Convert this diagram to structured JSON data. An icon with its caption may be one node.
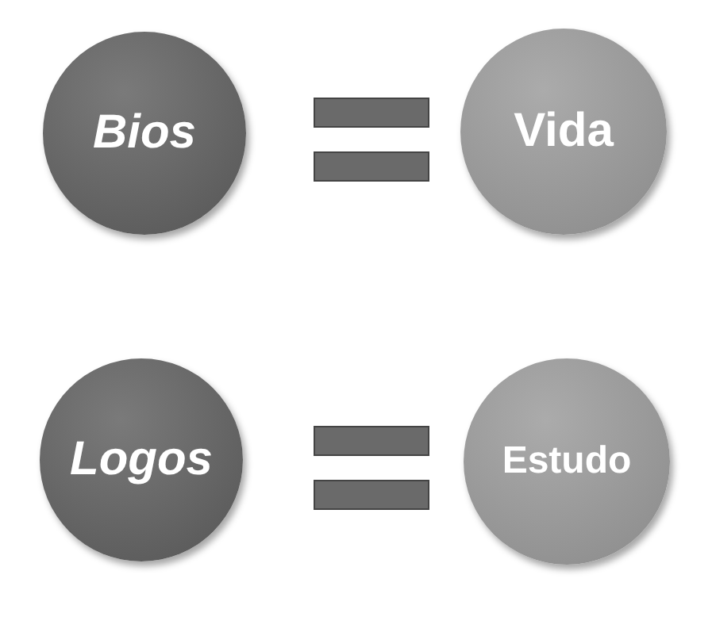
{
  "diagram": {
    "nodes": [
      {
        "text": [
          "Bios"
        ]
      },
      {
        "text": [
          "Vida"
        ]
      },
      {
        "text": [
          "Logos"
        ]
      },
      {
        "text": [
          "Estudo"
        ]
      }
    ]
  }
}
